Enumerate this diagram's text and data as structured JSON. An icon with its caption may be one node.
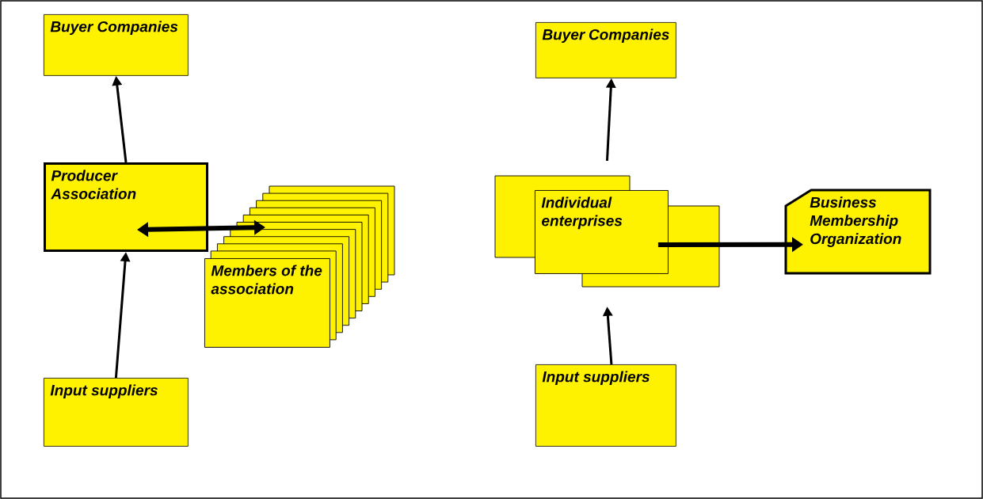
{
  "diagram": {
    "nodes": [
      {
        "text": [
          "Buyer Companies"
        ]
      },
      {
        "text": [
          "Producer Association"
        ]
      },
      {
        "text": [
          "Members of the association"
        ]
      },
      {
        "text": [
          "Input suppliers"
        ]
      },
      {
        "text": [
          "Buyer Companies"
        ]
      },
      {
        "text": [
          "Individual enterprises"
        ]
      },
      {
        "text": [
          "Business Membership Organization"
        ]
      },
      {
        "text": [
          "Input suppliers"
        ]
      }
    ],
    "edges": [
      {
        "from": 1,
        "to": 0,
        "arrow": "to"
      },
      {
        "from": 3,
        "to": 1,
        "arrow": "to"
      },
      {
        "from": 1,
        "to": 2,
        "arrow": "both",
        "style": "thick"
      },
      {
        "from": 5,
        "to": 4,
        "arrow": "to"
      },
      {
        "from": 7,
        "to": 5,
        "arrow": "to"
      },
      {
        "from": 5,
        "to": 6,
        "arrow": "to",
        "style": "thick"
      }
    ]
  }
}
